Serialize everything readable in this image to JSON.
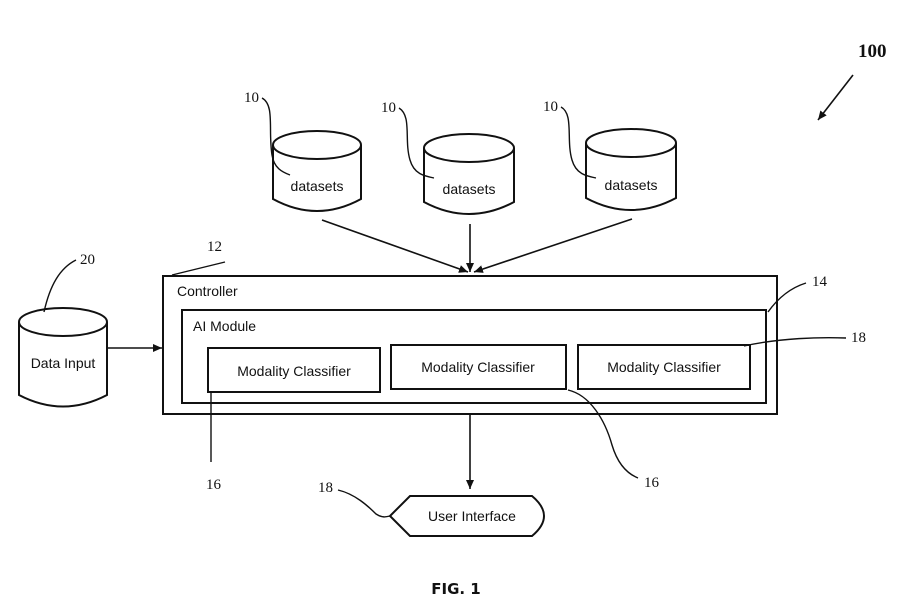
{
  "system_ref": "100",
  "datasets": [
    {
      "label": "datasets",
      "ref": "10"
    },
    {
      "label": "datasets",
      "ref": "10"
    },
    {
      "label": "datasets",
      "ref": "10"
    }
  ],
  "data_input": {
    "label": "Data Input",
    "ref": "20"
  },
  "controller": {
    "label": "Controller",
    "ref": "12"
  },
  "ai_module": {
    "label": "AI Module",
    "ref": "14"
  },
  "classifiers": [
    {
      "label": "Modality Classifier"
    },
    {
      "label": "Modality Classifier"
    },
    {
      "label": "Modality Classifier"
    }
  ],
  "classifier_refs": {
    "left": "16",
    "middle": "16",
    "right": "18"
  },
  "user_interface": {
    "label": "User Interface",
    "ref": "18"
  },
  "figure_caption": "FIG. 1"
}
